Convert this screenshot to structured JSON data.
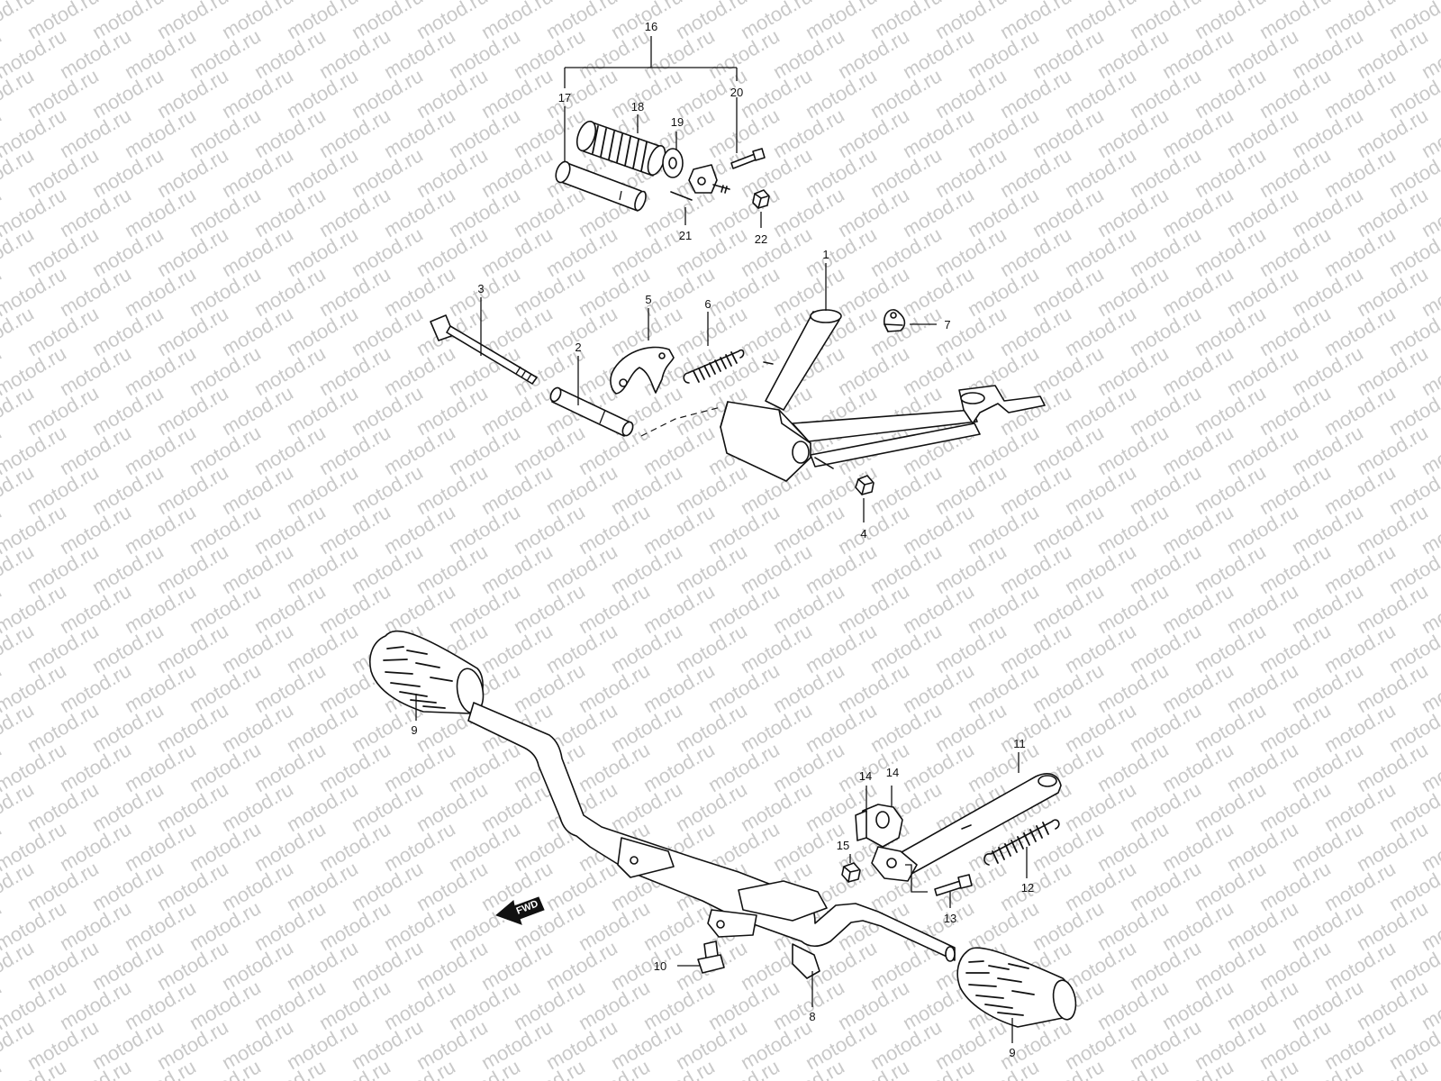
{
  "diagram": {
    "watermark": "motod.ru",
    "fwd_label": "FWD",
    "callouts": [
      {
        "id": "c1",
        "label": "1"
      },
      {
        "id": "c2",
        "label": "2"
      },
      {
        "id": "c3",
        "label": "3"
      },
      {
        "id": "c4",
        "label": "4"
      },
      {
        "id": "c5",
        "label": "5"
      },
      {
        "id": "c6",
        "label": "6"
      },
      {
        "id": "c7",
        "label": "7"
      },
      {
        "id": "c8",
        "label": "8"
      },
      {
        "id": "c9a",
        "label": "9"
      },
      {
        "id": "c9b",
        "label": "9"
      },
      {
        "id": "c10",
        "label": "10"
      },
      {
        "id": "c11",
        "label": "11"
      },
      {
        "id": "c12",
        "label": "12"
      },
      {
        "id": "c13",
        "label": "13"
      },
      {
        "id": "c14a",
        "label": "14"
      },
      {
        "id": "c14b",
        "label": "14"
      },
      {
        "id": "c15",
        "label": "15"
      },
      {
        "id": "c16",
        "label": "16"
      },
      {
        "id": "c17",
        "label": "17"
      },
      {
        "id": "c18",
        "label": "18"
      },
      {
        "id": "c19",
        "label": "19"
      },
      {
        "id": "c20",
        "label": "20"
      },
      {
        "id": "c21",
        "label": "21"
      },
      {
        "id": "c22",
        "label": "22"
      }
    ]
  }
}
